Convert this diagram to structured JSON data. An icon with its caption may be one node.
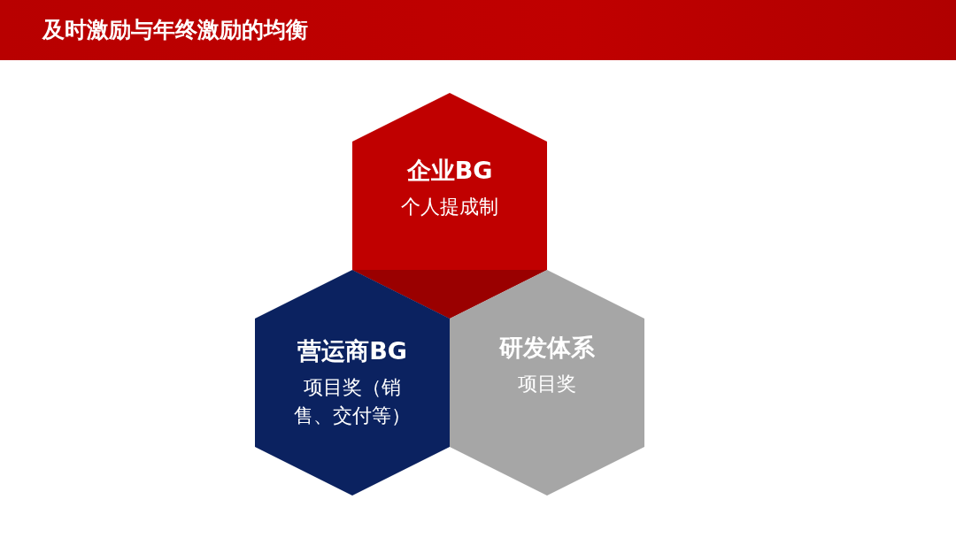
{
  "diagram": {
    "title": "及时激励与年终激励的均衡",
    "nodes": [
      {
        "text": [
          "企业BG",
          "个人提成制"
        ]
      },
      {
        "text": [
          "营运商BG",
          "项目奖（销售、交付等）"
        ]
      },
      {
        "text": [
          "研发体系",
          "项目奖"
        ]
      }
    ]
  }
}
